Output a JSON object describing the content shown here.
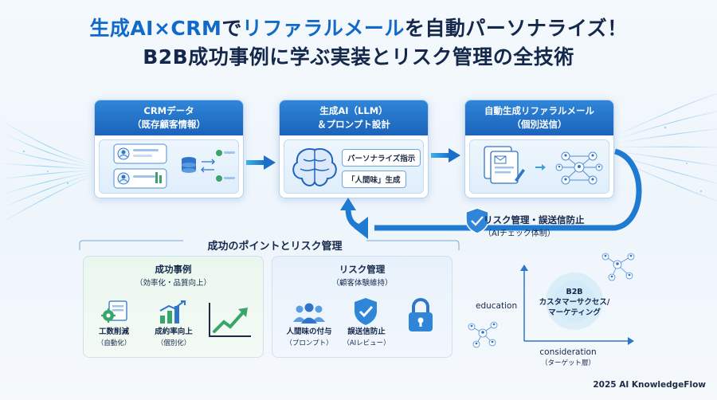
{
  "title": {
    "line1_blue_a": "生成AI×CRM",
    "line1_navy_b": "で",
    "line1_blue_c": "リファラルメール",
    "line1_navy_d": "を自動パーソナライズ！",
    "line2": "B2B成功事例に学ぶ実装とリスク管理の全技術"
  },
  "flow": {
    "crm": {
      "line1": "CRMデータ",
      "line2": "（既存顧客情報）"
    },
    "ai": {
      "line1": "生成AI（LLM）",
      "line2": "＆プロンプト設計",
      "pill1": "パーソナライズ指示",
      "pill2": "「人間味」生成"
    },
    "mail": {
      "line1": "自動生成リファラルメール",
      "line2": "（個別送信）"
    }
  },
  "risk_loop": {
    "line1": "リスク管理・誤送信防止",
    "line2": "（AIチェック体制）"
  },
  "section_title": "成功のポイントとリスク管理",
  "success": {
    "title": "成功事例",
    "subtitle": "（効率化・品質向上）",
    "item1": {
      "label": "工数削減",
      "sub": "（自動化）"
    },
    "item2": {
      "label": "成約率向上",
      "sub": "（個別化）"
    }
  },
  "risk": {
    "title": "リスク管理",
    "subtitle": "（顧客体験維持）",
    "item1": {
      "label": "人間味の付与",
      "sub": "（プロンプト）"
    },
    "item2": {
      "label": "誤送信防止",
      "sub": "（AIレビュー）"
    }
  },
  "axis": {
    "y_label": "education",
    "x_label": "consideration",
    "x_sub": "（ターゲット層）",
    "center_line1": "B2B",
    "center_line2": "カスタマーサクセス/",
    "center_line3": "マーケティング"
  },
  "footer": "2025 AI KnowledgeFlow",
  "colors": {
    "primary": "#1b63bb",
    "navy": "#14284b",
    "accent_blue": "#1269c7",
    "green": "#3aa56b"
  }
}
